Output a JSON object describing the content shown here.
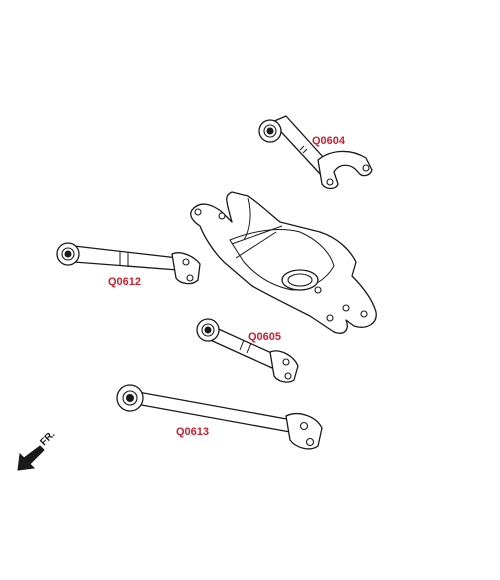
{
  "colors": {
    "part_label": "#cc1f2d",
    "line": "#1a1a1a",
    "background": "#ffffff"
  },
  "parts": [
    {
      "id": "q0604",
      "label": "Q0604"
    },
    {
      "id": "q0612",
      "label": "Q0612"
    },
    {
      "id": "q0605",
      "label": "Q0605"
    },
    {
      "id": "q0613",
      "label": "Q0613"
    }
  ],
  "direction_indicator": {
    "label": "FR.",
    "icon": "arrow-down-left-icon"
  }
}
